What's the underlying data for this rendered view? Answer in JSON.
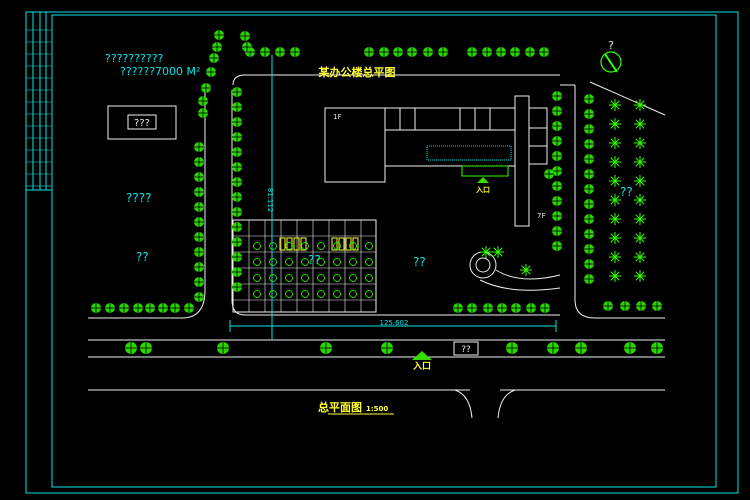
{
  "drawing": {
    "title": "某办公楼总平图",
    "caption": "总平面图",
    "scale": "1:500",
    "north_mark": "?",
    "area_line1": "??????????",
    "area_line2": "??????7000 M²",
    "box_label_left": "???",
    "label_west_upper": "????",
    "label_west_lower": "??",
    "label_east": "??",
    "label_central": "??",
    "label_parking": "??",
    "label_road_box": "??",
    "label_1f": "1F",
    "label_7f": "7F",
    "entrance_main": "入口",
    "entrance_building": "入口",
    "dim_horizontal": "125.602",
    "dim_vertical": "81.112",
    "colors": {
      "lines": "#00e5e5",
      "white_lines": "#f0f0f0",
      "trees": "#33ff00",
      "title_text": "#ffff33",
      "entrance_mark": "#33dd00",
      "background": "#000000"
    }
  }
}
